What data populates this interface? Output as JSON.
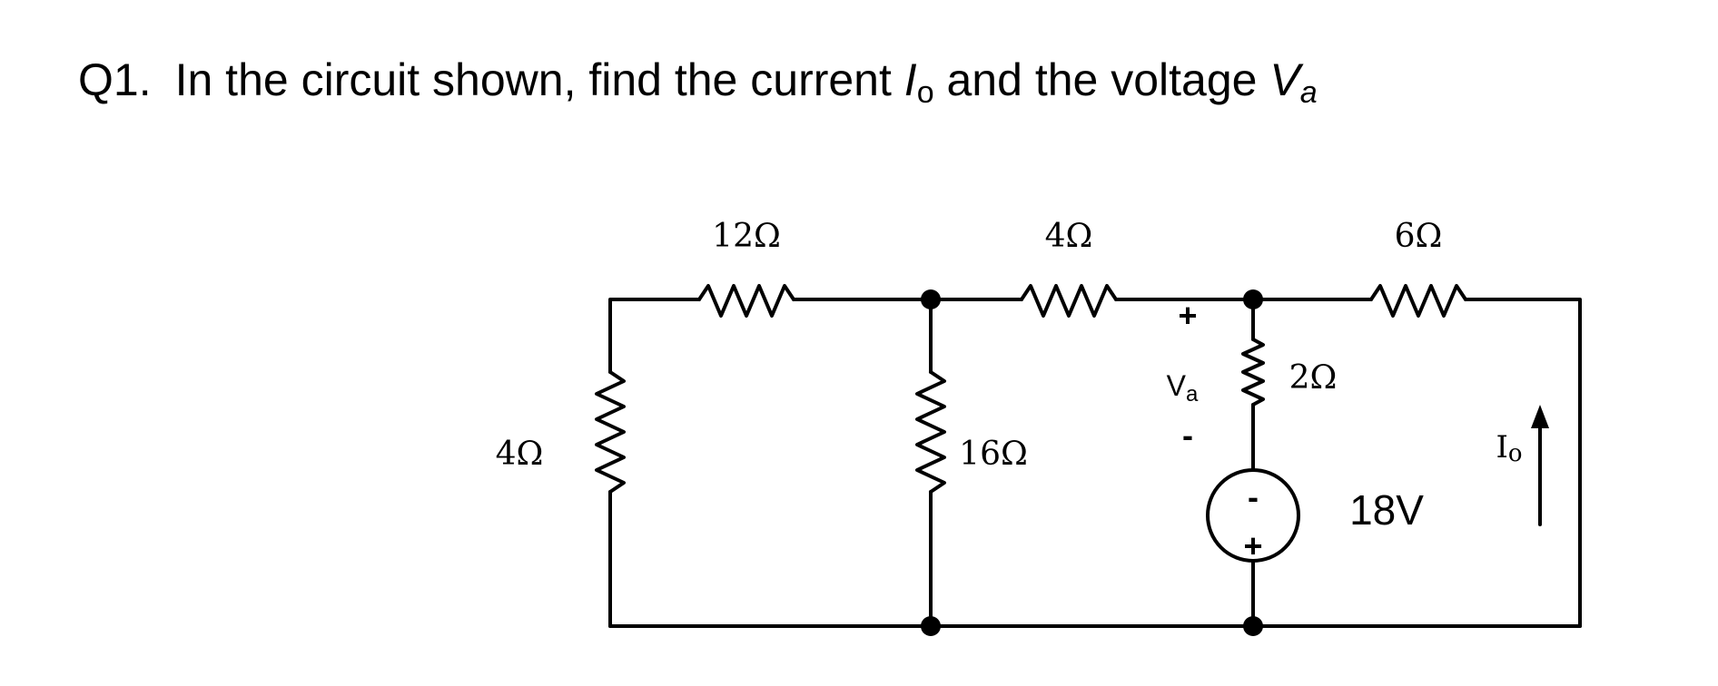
{
  "question": {
    "number": "Q1.",
    "text_before": "In the circuit shown, find the current ",
    "current_symbol": "I",
    "current_subscript": "o",
    "text_middle": " and the voltage ",
    "voltage_symbol": "V",
    "voltage_subscript": "a"
  },
  "circuit": {
    "resistors": {
      "top_left": "12Ω",
      "top_middle": "4Ω",
      "top_right": "6Ω",
      "left_vertical": "4Ω",
      "middle_vertical": "16Ω",
      "right_vertical": "2Ω"
    },
    "source": {
      "value": "18V",
      "minus": "-",
      "plus": "+"
    },
    "va_label": {
      "plus": "+",
      "name": "V",
      "subscript": "a",
      "minus": "-"
    },
    "io_label": {
      "name": "I",
      "subscript": "o"
    },
    "wire_color": "#000000"
  }
}
